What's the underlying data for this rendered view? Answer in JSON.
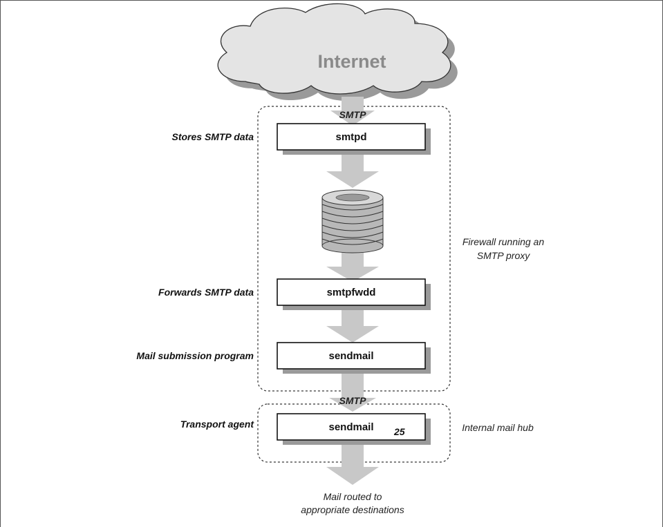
{
  "cloud": {
    "label": "Internet"
  },
  "flow": {
    "smtp_in": "SMTP",
    "smtp_hub": "SMTP"
  },
  "processes": {
    "smtpd": "smtpd",
    "smtpfwdd": "smtpfwdd",
    "sendmail_submit": "sendmail",
    "sendmail_hub": "sendmail",
    "hub_port": "25"
  },
  "side_labels": {
    "stores": "Stores SMTP data",
    "forwards": "Forwards SMTP data",
    "submission": "Mail submission program",
    "transport": "Transport agent"
  },
  "notes": {
    "firewall_line1": "Firewall running an",
    "firewall_line2": "SMTP proxy",
    "hub": "Internal mail hub",
    "routed_line1": "Mail routed to",
    "routed_line2": "appropriate destinations"
  },
  "colors": {
    "arrow": "#c8c8c8",
    "cloud_fill": "#e4e4e4",
    "shadow": "#9a9a9a",
    "dashed_border": "#333333"
  }
}
